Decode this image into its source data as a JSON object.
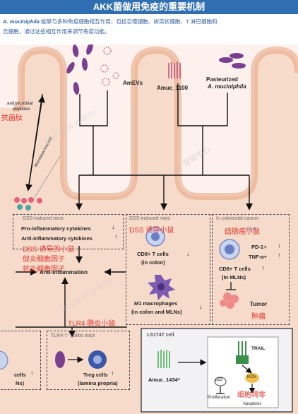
{
  "title": "AKK菌做用免疫的重要机制",
  "intro": {
    "lead": "A. muciniphila",
    "text": "能够与多种免疫细胞相互作用，包括巨噬细胞、树突状细胞、T 淋巴细胞和",
    "text2": "氏细胞，通过这些相互作用来调节免疫功能。"
  },
  "top_labels": {
    "amevs": "AmEVs",
    "amuc": "Amuc_1100",
    "pasteurized_1": "Pasteurized",
    "pasteurized_2": "A. muciniphila",
    "antimicrobial_1": "antimicrobial",
    "antimicrobial_2": "peptides",
    "peptide_cn": "抗菌肽",
    "microbiota": "Microbiota-host cell"
  },
  "boxes": {
    "dss1_title": "DSS-induced mice",
    "dss1_l1": "Pro-inflammatory cytokines",
    "dss1_l2": "Anti-inflammatory cytokines",
    "dss1_cn1": "DSS 诱导的小鼠",
    "dss1_cn2": "促炎细胞因子",
    "dss1_cn3": "抗炎细胞因子",
    "anti_inflam": "Anti-inflammation",
    "dss2_title": "DSS-induced mice",
    "dss2_cn": "DSS 诱导小鼠",
    "cd8_colon_1": "CD8+ T cells",
    "cd8_colon_2": "(in colon)",
    "m1_1": "M1 macrophages",
    "m1_2": "(in colon and MLNs)",
    "crc_title": "In colorectal cancer",
    "crc_title2": "mice",
    "crc_cn": "结肠癌小鼠",
    "pd1": "PD-1+",
    "tnf": "TNF-α+",
    "cd8_mln_1": "CD8+ T cells",
    "cd8_mln_2": "(In MLNs)",
    "tumor": "Tumor",
    "tumor_cn": "肿瘤",
    "tlr4_cn": "TLR4 肠炎小鼠",
    "tlr4_title": "TLR4⁻/⁻ colitis mice",
    "treg_1": "Treg cells",
    "treg_2": "(lamina propria)",
    "left_cells_1": "cells",
    "left_cells_2": "Ns)",
    "ls174t": "LS174T cell",
    "amuc1434": "Amuc_1434*",
    "trail": "TRAIL",
    "p53": "p53",
    "ros": "ROS",
    "prolif": "Proliferation",
    "apoptosis": "Apoptosis",
    "apoptosis_cn": "细胞凋零"
  },
  "watermarks": [
    "2024-11-26 15:47:53",
    "营销中心",
    "2024-11-26 15:47:53"
  ],
  "colors": {
    "banner": "#2f6fb1",
    "intro_text": "#2f5fa0",
    "background": "#fdf1ee",
    "epithelium": "#f3c9ad",
    "annotation_red": "#e2332c",
    "bacteria": "#7a3f8f",
    "treg": "#3b58a8",
    "macrophage": "#7c5ab0"
  }
}
